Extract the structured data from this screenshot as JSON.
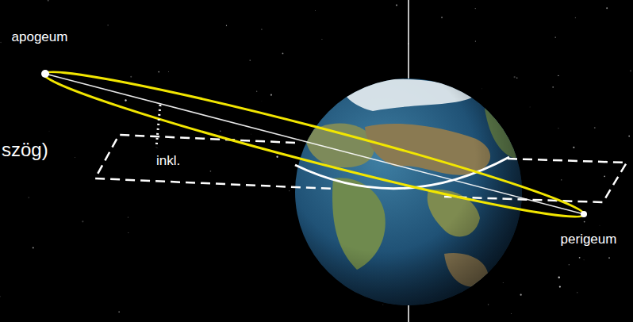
{
  "diagram": {
    "labels": [
      "apogeum",
      "inkl.",
      "perigeum",
      "szög)"
    ]
  }
}
